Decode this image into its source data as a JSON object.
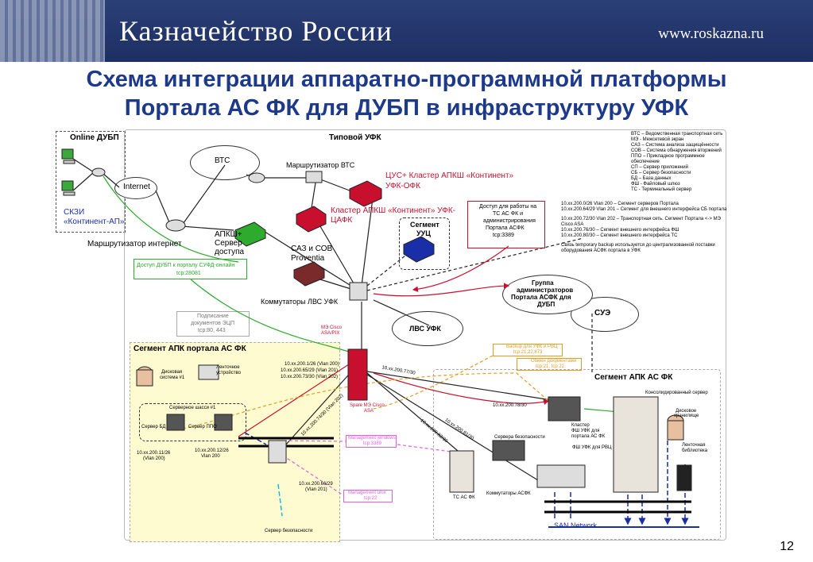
{
  "header": {
    "brand": "Казначейство России",
    "url": "www.roskazna.ru"
  },
  "title": {
    "line1": "Схема интеграции аппаратно-программной платформы",
    "line2": "Портала АС ФК для ДУБП в инфраструктуру УФК"
  },
  "labels": {
    "online_dubp": "Online ДУБП",
    "tipovoy_ufk": "Типовой УФК",
    "internet": "Internet",
    "skzi": "СКЗИ",
    "kontinent_ap": "«Континент-АП»",
    "router_internet": "Маршрутизатор интернет",
    "vts": "ВТС",
    "router_vts": "Маршрутизатор ВТС",
    "cus1": "ЦУС+ Кластер АПКШ «Континент»",
    "cus2": "УФК-ОФК",
    "cluster1": "Кластер АПКШ «Континент» УФК-",
    "cluster2": "ЦАФК",
    "apksh1": "АПКШ+",
    "apksh2": "Сервер",
    "apksh3": "доступа",
    "saz1": "САЗ и СОВ",
    "saz2": "Proventia",
    "segment_uuc1": "Сегмент",
    "segment_uuc2": "УУЦ",
    "access_ts1": "Доступ для работы на",
    "access_ts2": "ТС АС ФК и",
    "access_ts3": "администрирования",
    "access_ts4": "Портала АСФК",
    "access_ts5": "tcp:3389",
    "access_dubp1": "Доступ ДУБП к порталу СУФД-онлайн",
    "access_dubp2": "tcp:28081",
    "switches_lvs": "Коммутаторы ЛВС УФК",
    "group_admin1": "Группа",
    "group_admin2": "администраторов",
    "group_admin3": "Портала АСФК для",
    "group_admin4": "ДУБП",
    "sign1": "Подписание",
    "sign2": "документов ЭЦП",
    "sign3": "tcp:80, 443",
    "me_cisco1": "МЭ Cisco",
    "me_cisco2": "ASA/PIX",
    "lvs_ufk": "ЛВС УФК",
    "sue": "СУЭ",
    "segment_portal": "Сегмент АПК портала АС ФК",
    "segment_asfk": "Сегмент АПК АС ФК",
    "disk1": "Дисковая",
    "disk2": "система #1",
    "tape1": "Ленточное",
    "tape2": "устройство",
    "chassis": "Серверное шасси #1",
    "server_bd": "Сервер БД",
    "server_ppo": "Сервер ППО",
    "vlan_1": "10.xx.200.1/26 (Vlan 200)",
    "vlan_2": "10.xx.200.65/29 (Vlan 201)",
    "vlan_3": "10.xx.200.73/30 (Vlan 202)",
    "vlan_77": "10.xx.200.77/30",
    "vlan_74": "10.xx.200.74/30 (Vlan 202)",
    "vlan_78": "10.xx.200.78/30",
    "vlan_82": "10.xx.200.82/30",
    "vlan_81": "10.xx.200.81/30",
    "vlan_11a": "10.xx.200.11/26",
    "vlan_11b": "(Vlan 200)",
    "vlan_12a": "10.xx.200.12/26",
    "vlan_12b": "Vlan 200",
    "vlan_66a": "10.xx.200.66/29",
    "vlan_66b": "(Vlan 201)",
    "spare1": "Spare МЭ Cisco",
    "spare2": "ASA",
    "backup1": "Backup для УФК и РВЦ",
    "backup2": "tcp:21,22,873",
    "exchange1": "Обмен документами",
    "exchange2": "tcp:21, tcp:22",
    "mgmt_win1": "Management windows",
    "mgmt_win2": "tcp:3389",
    "mgmt_unix1": "Management unix",
    "mgmt_unix2": "tcp:22",
    "server_sec_portal": "Сервер безопасности",
    "ts_asfk": "ТС АС ФК",
    "server_sec": "Сервера безопасности",
    "switches_asfk": "Коммутаторы АСФК",
    "cluster_fsh1": "Кластер",
    "cluster_fsh2": "ФШ УФК для",
    "cluster_fsh3": "портала АС ФК",
    "fsh_rvc": "ФШ УФК для РВЦ",
    "consolidated": "Консолидированный сервер",
    "disk_store1": "Дисковое",
    "disk_store2": "хранилище",
    "tape_lib1": "Ленточная",
    "tape_lib2": "библиотека",
    "san": "SAN Network"
  },
  "legend": [
    "ВТС – Ведомственная транспортная сеть",
    "МЭ - Межсетевой экран",
    "САЗ – Система анализа защищённости",
    "СОВ – Система обнаружения вторжений",
    "ППО – Прикладное программное",
    "обеспечение",
    "СП – Сервер приложений",
    "СБ – Сервер безопасности",
    "БД – База данных",
    "ФШ - Файловый шлюз",
    "ТС - Терминальный сервер"
  ],
  "notes": [
    "10.xx.200.0/26 Vlan 200 – Сегмент серверов Портала",
    "10.xx.200.64/29 Vlan 201 – Сегмент для внешнего интерфейса СБ портала",
    "",
    "10.xx.200.72/30 Vlan 202 – Транспортная сеть. Сегмент Портала <-> МЭ",
    "Cisco ASA",
    "10.xx.200.76/30  – Сегмент внешнего интерфейса ФШ",
    "10.xx.200.80/30  – Сегмент внешнего интерфейса ТС",
    "",
    "Связь temporary backup используется до централизованной поставки",
    "оборудования АСФК  портала в УФК"
  ],
  "page_number": "12",
  "colors": {
    "header": "#1d2f62",
    "title": "#1d3a8a",
    "green": "#2eaa2e",
    "red": "#c8102e",
    "blue": "#1a2ea8",
    "yellow": "#fffbd0"
  }
}
